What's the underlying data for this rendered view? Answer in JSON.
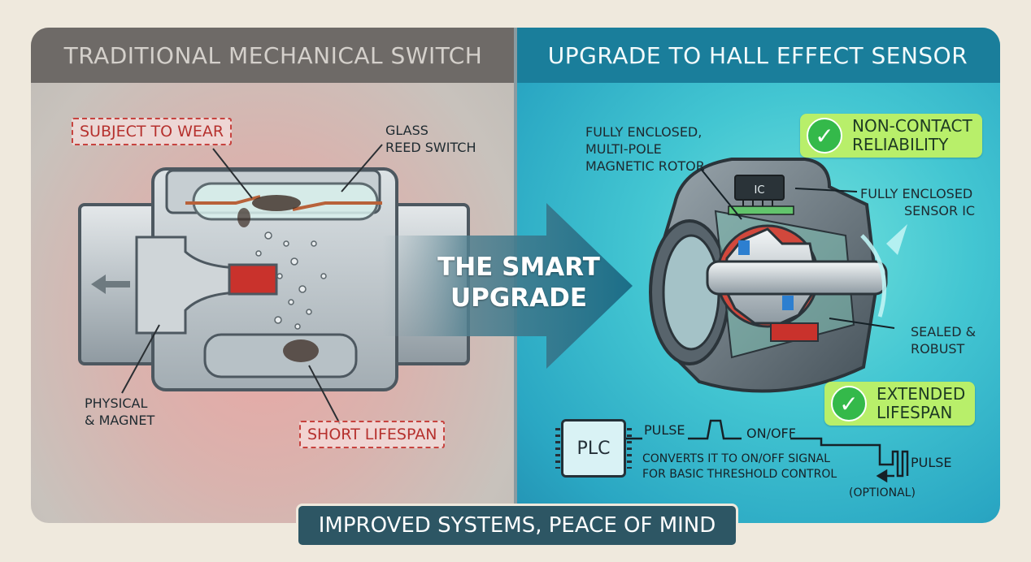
{
  "left": {
    "title": "TRADITIONAL MECHANICAL SWITCH",
    "tag_wear": "SUBJECT TO WEAR",
    "tag_lifespan": "SHORT LIFESPAN",
    "label_reed": [
      "GLASS",
      "REED SWITCH"
    ],
    "label_magnet": [
      "PHYSICAL",
      "& MAGNET"
    ]
  },
  "right": {
    "title": "UPGRADE TO HALL EFFECT SENSOR",
    "label_rotor": [
      "FULLY ENCLOSED,",
      "MULTI-POLE",
      "MAGNETIC ROTOR"
    ],
    "label_sensor": [
      "FULLY ENCLOSED",
      "SENSOR IC"
    ],
    "label_sealed": [
      "SEALED &",
      "ROBUST"
    ],
    "badge_reliability": [
      "NON-CONTACT",
      "RELIABILITY"
    ],
    "badge_lifespan": [
      "EXTENDED",
      "LIFESPAN"
    ],
    "plc": "PLC",
    "pulse_label": "PULSE",
    "onoff_label": "ON/OFF",
    "convert_text": [
      "CONVERTS IT TO ON/OFF SIGNAL",
      "FOR BASIC THRESHOLD CONTROL"
    ],
    "pulse_out_label": "PULSE",
    "optional_label": "(OPTIONAL)",
    "ic_chip_text": "IC"
  },
  "arrow": [
    "THE SMART",
    "UPGRADE"
  ],
  "footer": "IMPROVED SYSTEMS, PEACE OF MIND",
  "colors": {
    "left_banner": "#6e6a67",
    "right_banner": "#1a7e9b",
    "warning_red": "#c7433f",
    "check_green": "#34b94a",
    "badge_green": "#b8ef6a",
    "footer": "#2d5664"
  }
}
